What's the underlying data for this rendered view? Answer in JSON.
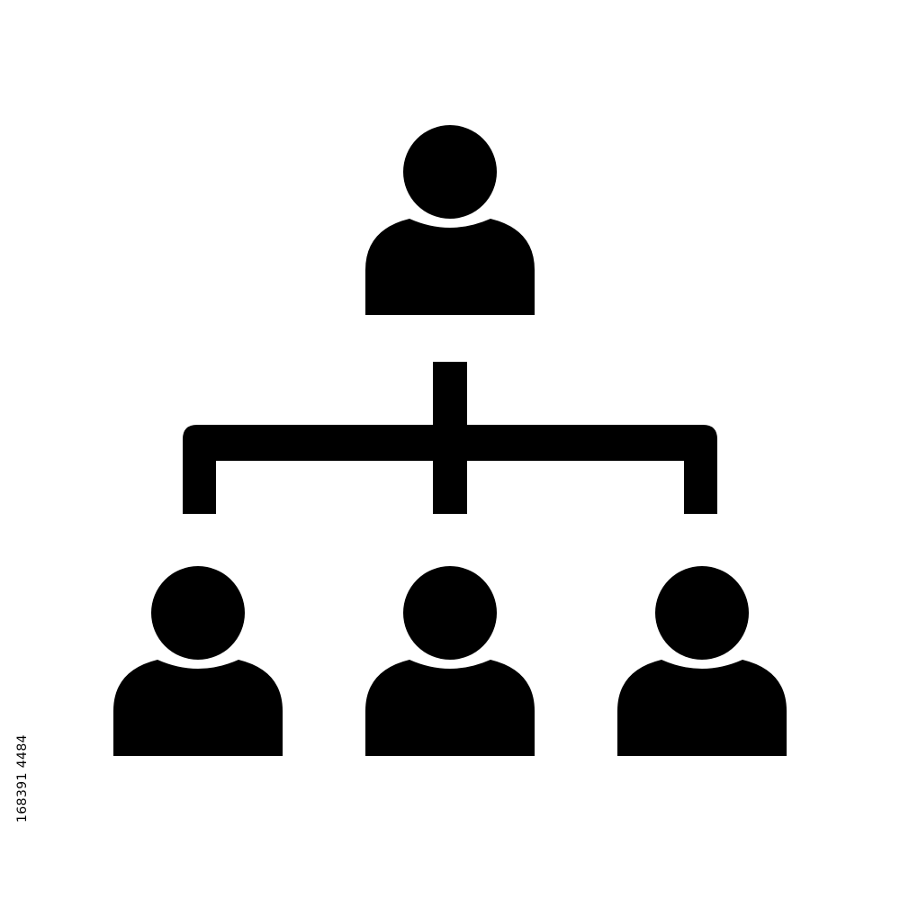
{
  "colors": {
    "background": "#ffffff",
    "icon": "#000000"
  },
  "icon": "organization-hierarchy-icon",
  "nodes": [
    {
      "role": "top",
      "icon": "person-icon"
    },
    {
      "role": "bottom",
      "icon": "person-icon"
    },
    {
      "role": "bottom",
      "icon": "person-icon"
    },
    {
      "role": "bottom",
      "icon": "person-icon"
    }
  ],
  "stock_id": "168391 4484"
}
